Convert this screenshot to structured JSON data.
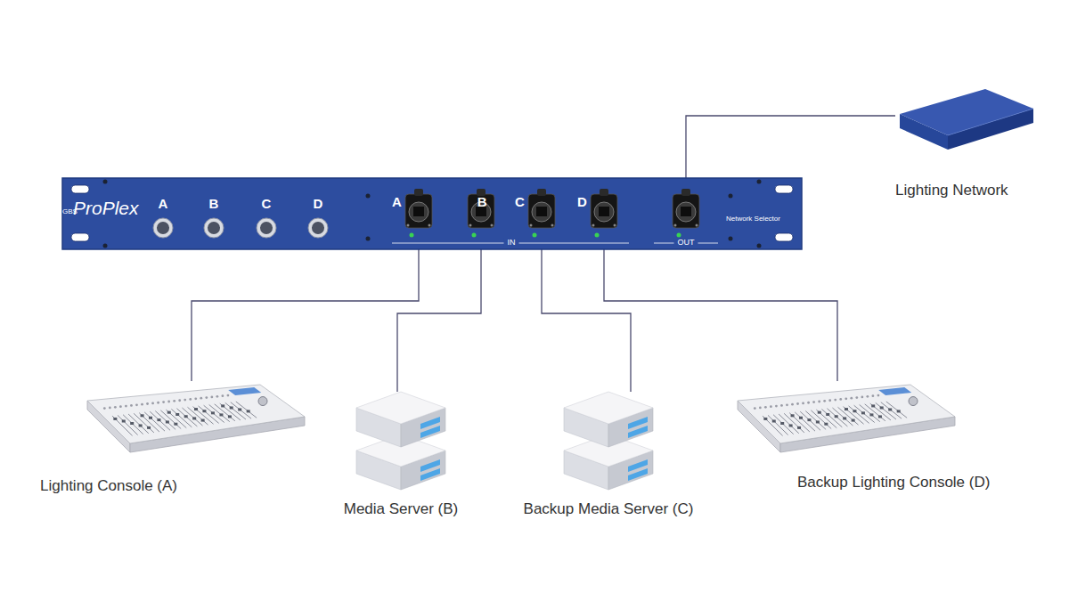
{
  "diagram": {
    "nodes": [
      {
        "text": [
          "ProPlex",
          "GBS",
          "Network Selector"
        ]
      },
      {
        "text": [
          "A"
        ],
        "in": 0
      },
      {
        "text": [
          "B"
        ],
        "in": 0
      },
      {
        "text": [
          "C"
        ],
        "in": 0
      },
      {
        "text": [
          "D"
        ],
        "in": 0
      },
      {
        "text": [
          "OUT"
        ],
        "in": 0
      },
      {
        "text": [
          "Lighting Network"
        ]
      },
      {
        "text": [
          "Lighting Console (A)"
        ]
      },
      {
        "text": [
          "Media Server (B)"
        ]
      },
      {
        "text": [
          "Backup Media Server (C)"
        ]
      },
      {
        "text": [
          "Backup Lighting Console (D)"
        ]
      }
    ],
    "edges": [
      {
        "from": 5,
        "to": 6,
        "arrow": "none"
      },
      {
        "from": 7,
        "to": 1,
        "arrow": "none"
      },
      {
        "from": 8,
        "to": 2,
        "arrow": "none"
      },
      {
        "from": 9,
        "to": 3,
        "arrow": "none"
      },
      {
        "from": 10,
        "to": 4,
        "arrow": "none"
      }
    ],
    "labels": [
      "A",
      "B",
      "C",
      "D",
      "IN"
    ]
  }
}
